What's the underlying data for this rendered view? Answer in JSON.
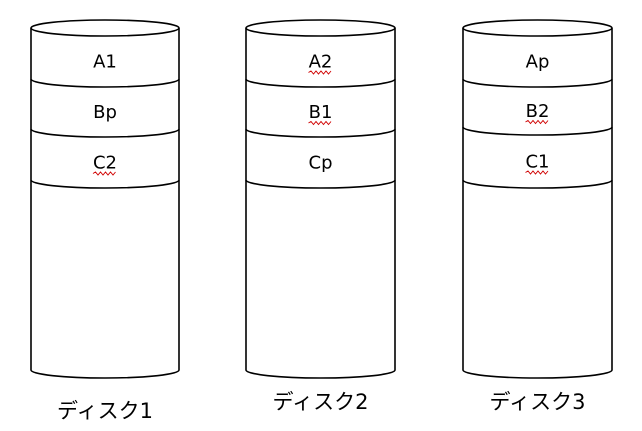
{
  "disks": [
    {
      "label": "ディスク1",
      "segments": [
        {
          "text": "A1",
          "spellcheck": false
        },
        {
          "text": "Bp",
          "spellcheck": false
        },
        {
          "text": "C2",
          "spellcheck": true
        }
      ]
    },
    {
      "label": "ディスク2",
      "segments": [
        {
          "text": "A2",
          "spellcheck": true
        },
        {
          "text": "B1",
          "spellcheck": true
        },
        {
          "text": "Cp",
          "spellcheck": false
        }
      ]
    },
    {
      "label": "ディスク3",
      "segments": [
        {
          "text": "Ap",
          "spellcheck": false
        },
        {
          "text": "B2",
          "spellcheck": true
        },
        {
          "text": "C1",
          "spellcheck": true
        }
      ]
    }
  ],
  "colors": {
    "stroke": "#000000",
    "spellcheck_underline": "#d00000",
    "background": "#ffffff"
  }
}
